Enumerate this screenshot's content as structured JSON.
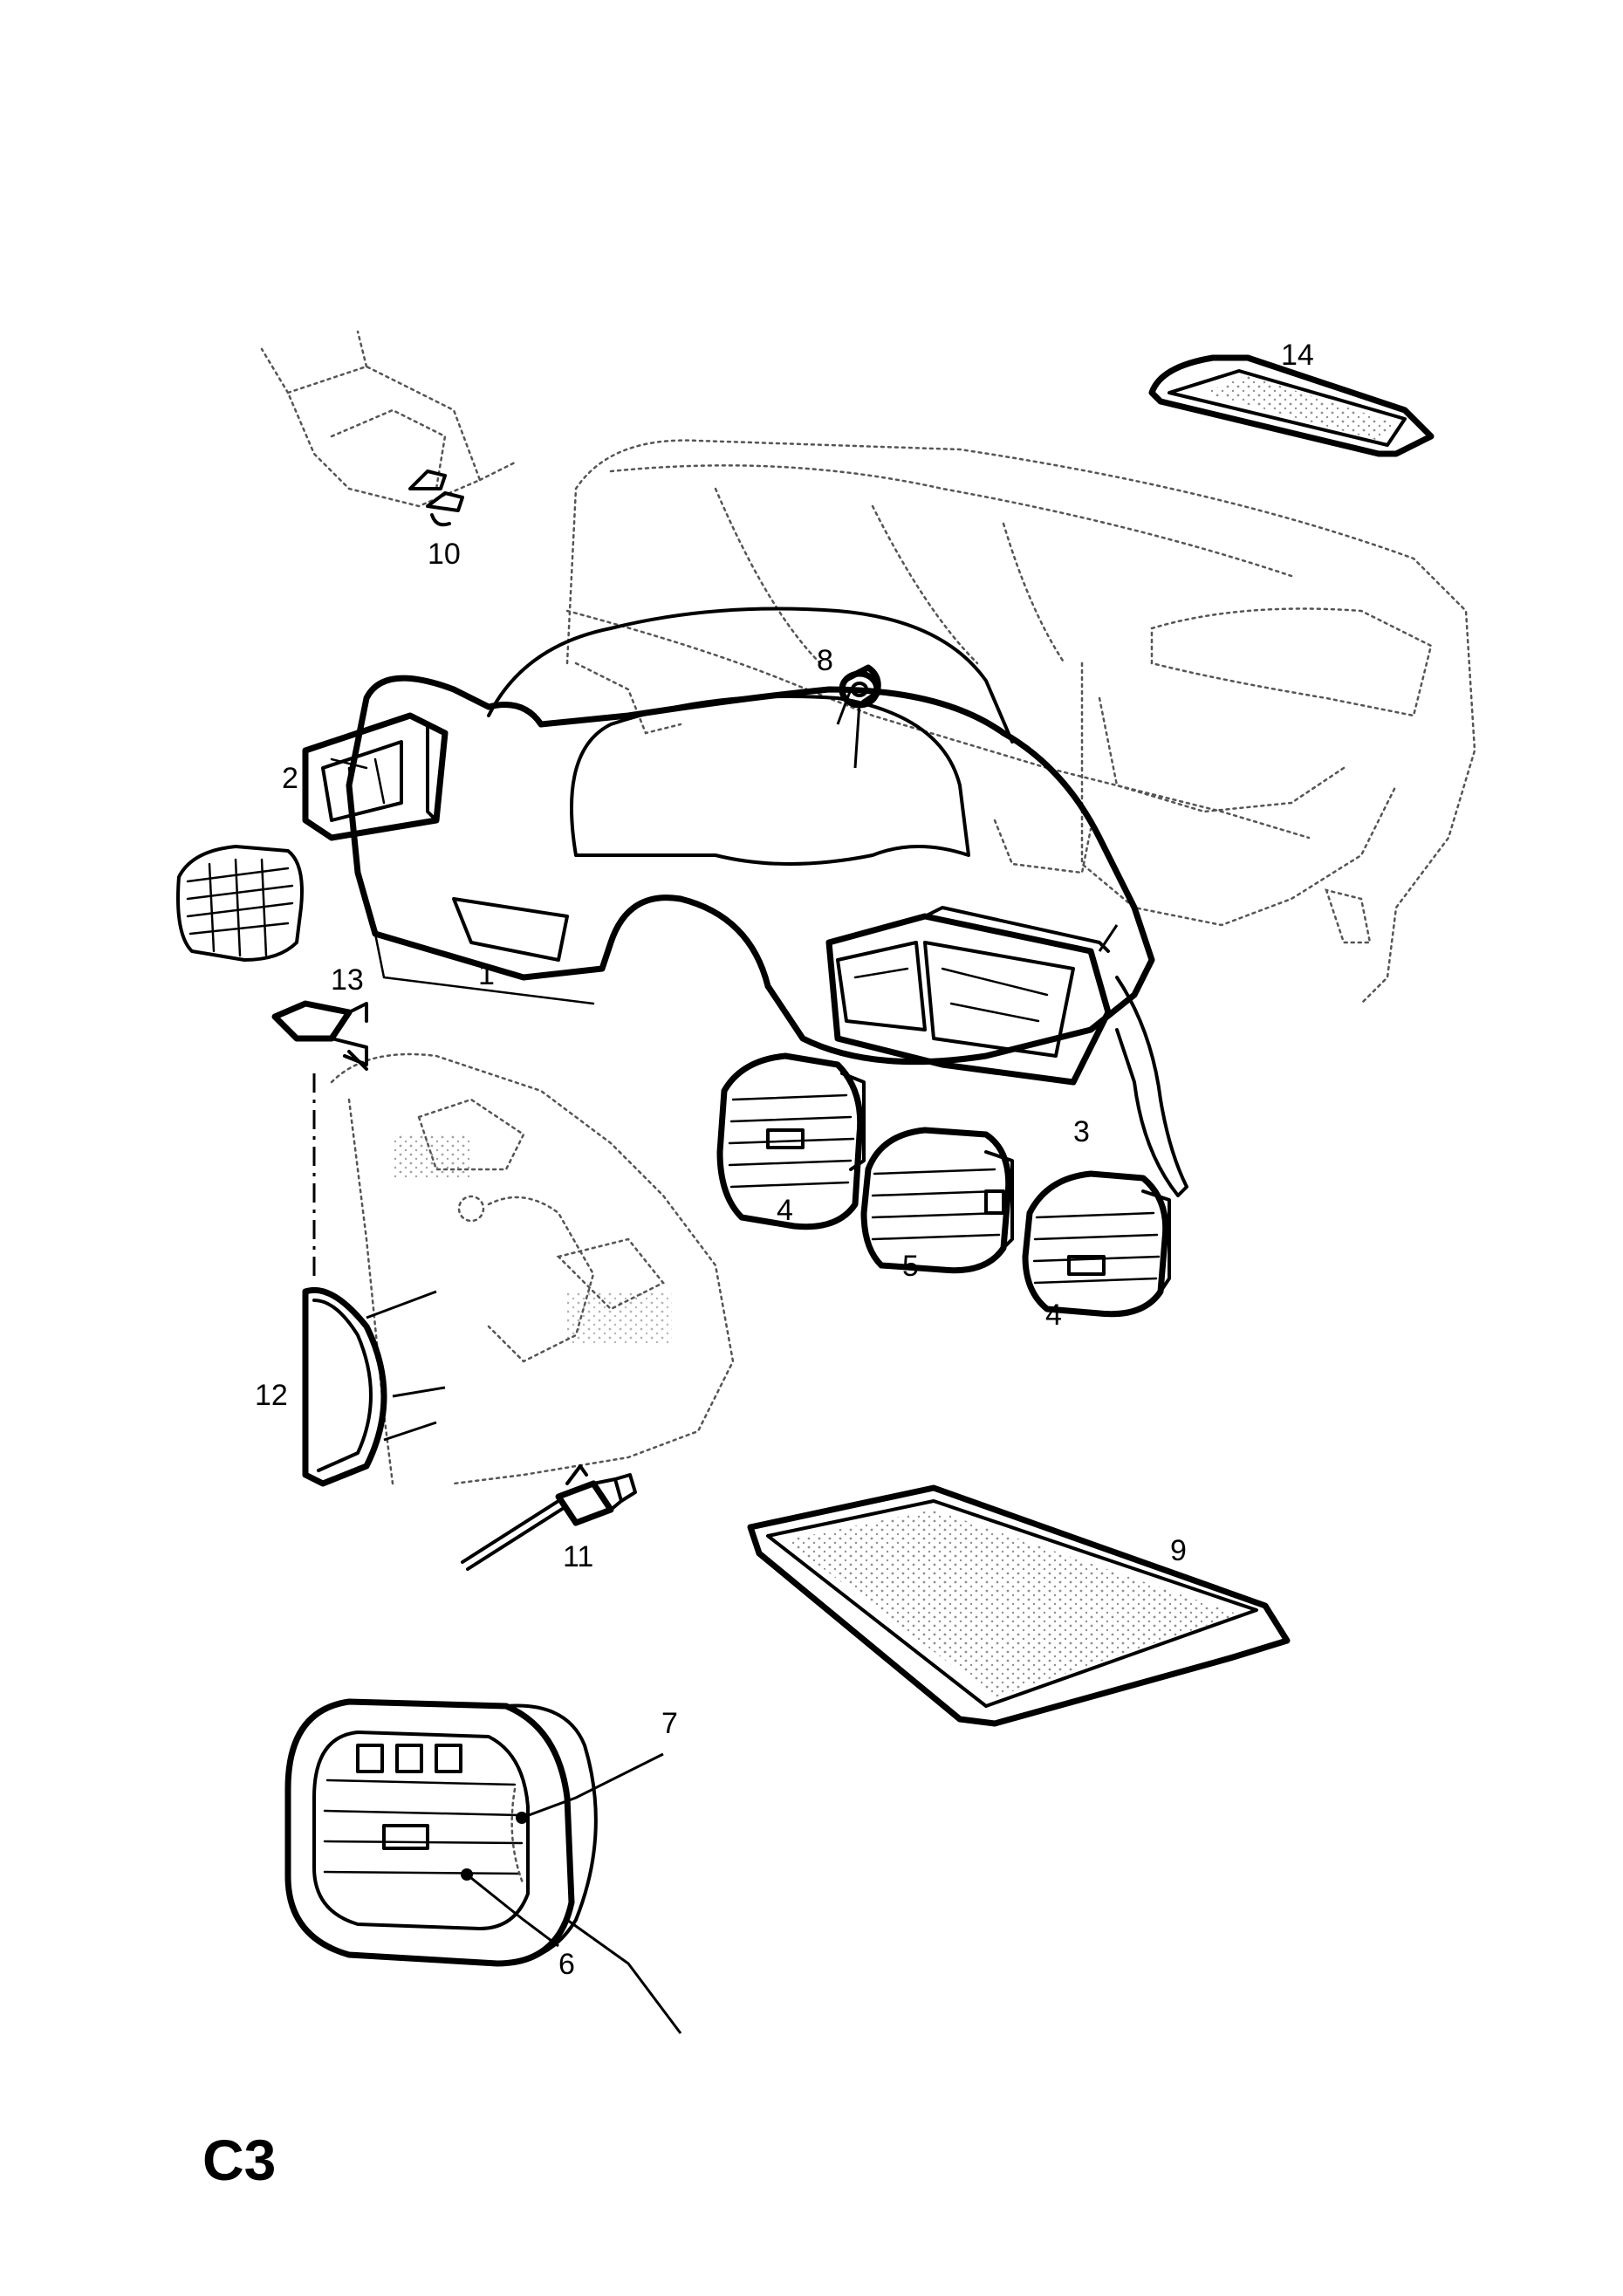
{
  "page_code": "C3",
  "callouts": [
    {
      "id": "1",
      "label": "1"
    },
    {
      "id": "2",
      "label": "2"
    },
    {
      "id": "3",
      "label": "3"
    },
    {
      "id": "4a",
      "label": "4"
    },
    {
      "id": "4b",
      "label": "4"
    },
    {
      "id": "5",
      "label": "5"
    },
    {
      "id": "6",
      "label": "6"
    },
    {
      "id": "7",
      "label": "7"
    },
    {
      "id": "8",
      "label": "8"
    },
    {
      "id": "9",
      "label": "9"
    },
    {
      "id": "10",
      "label": "10"
    },
    {
      "id": "11",
      "label": "11"
    },
    {
      "id": "12",
      "label": "12"
    },
    {
      "id": "13",
      "label": "13"
    },
    {
      "id": "14",
      "label": "14"
    }
  ]
}
